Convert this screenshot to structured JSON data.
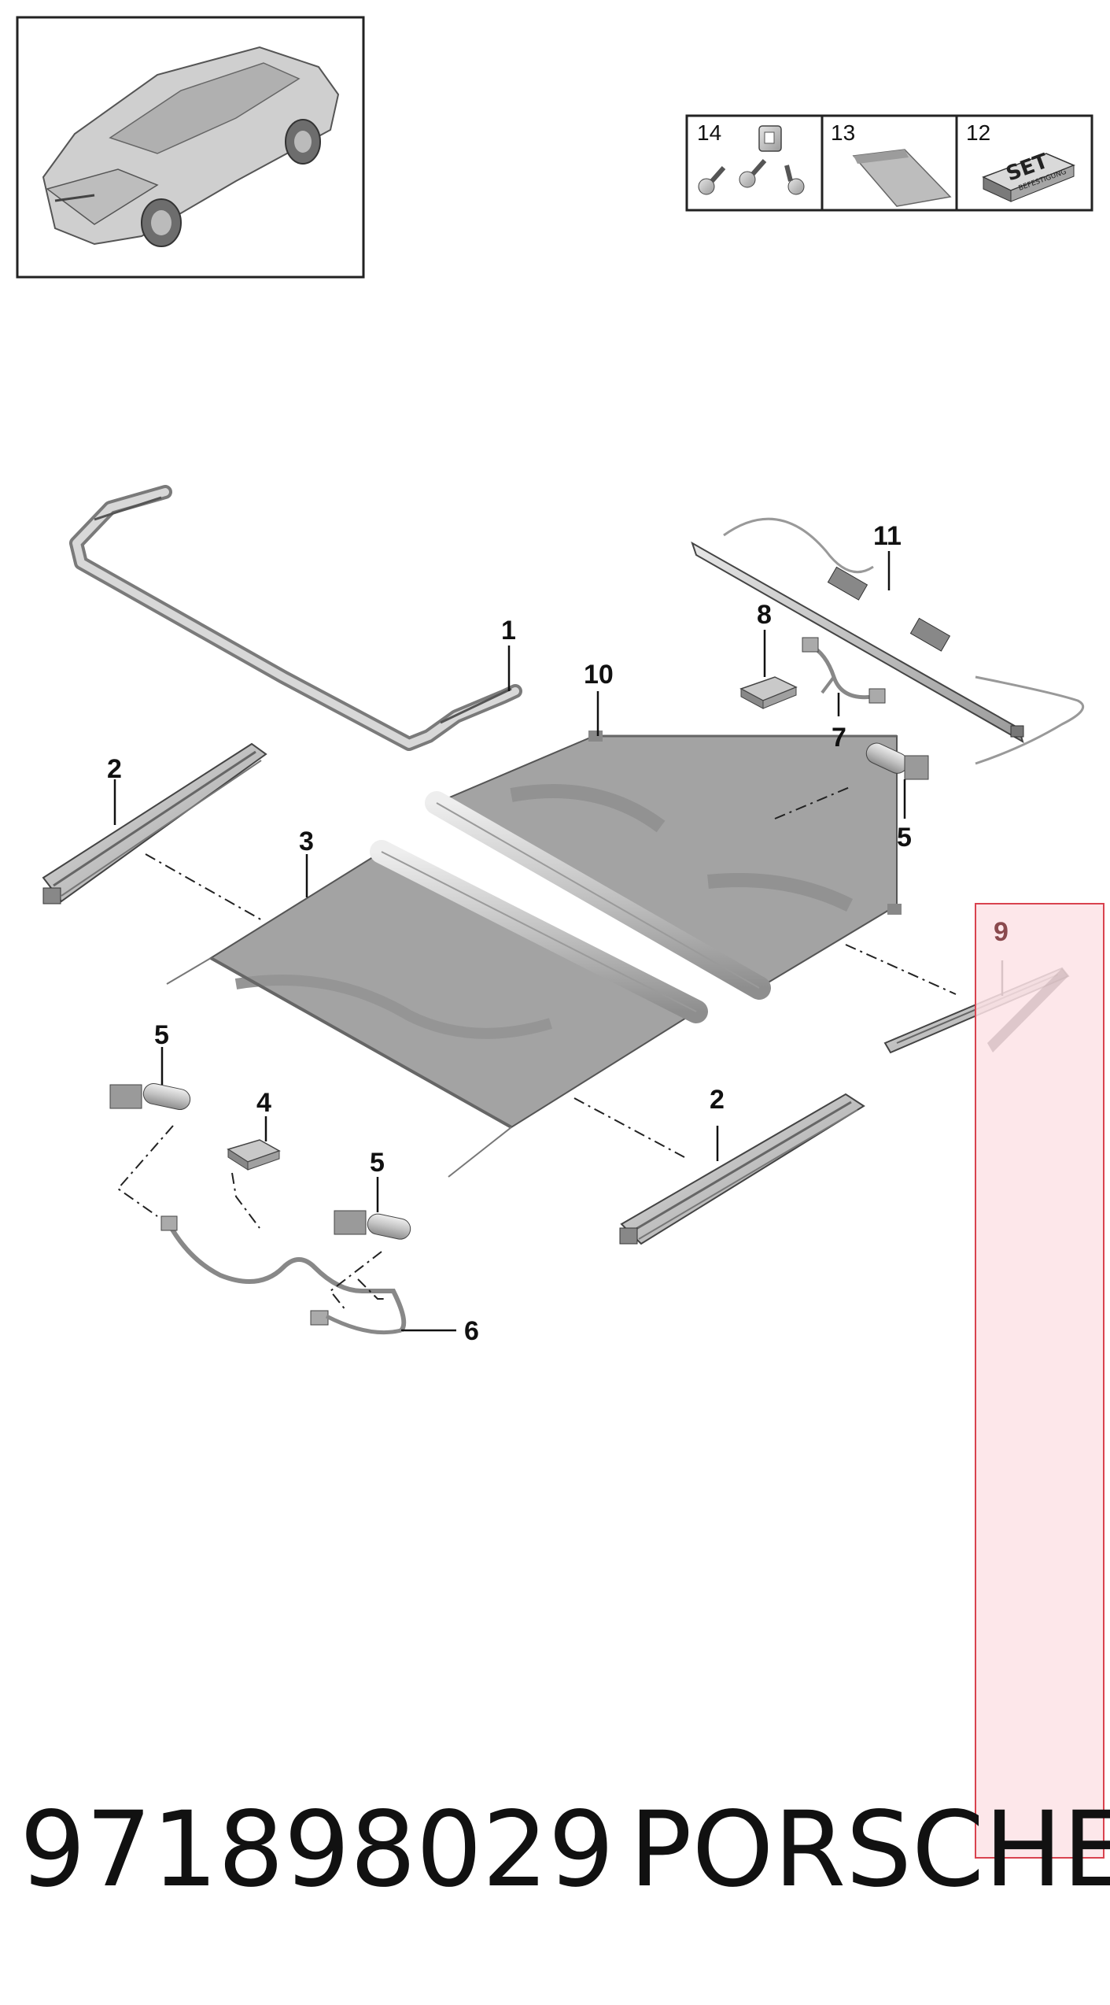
{
  "part_number": "971898029",
  "brand": "PORSCHE",
  "accessory_box": {
    "cells": [
      {
        "number": "14"
      },
      {
        "number": "13"
      },
      {
        "number": "12",
        "set_label": "SET",
        "set_sublabel": "BEFESTIGUNG"
      }
    ]
  },
  "callouts": {
    "c1": "1",
    "c2a": "2",
    "c2b": "2",
    "c3": "3",
    "c4": "4",
    "c5a": "5",
    "c5b": "5",
    "c5c": "5",
    "c6": "6",
    "c7": "7",
    "c8": "8",
    "c9": "9",
    "c10": "10",
    "c11": "11"
  },
  "highlighted_callout": "9",
  "colors": {
    "highlight_fill": "#fde3e6",
    "highlight_stroke": "#d9434f",
    "shade_fill": "#a3a3a3",
    "metal_fill": "#c8c8c8",
    "outline": "#333333"
  }
}
